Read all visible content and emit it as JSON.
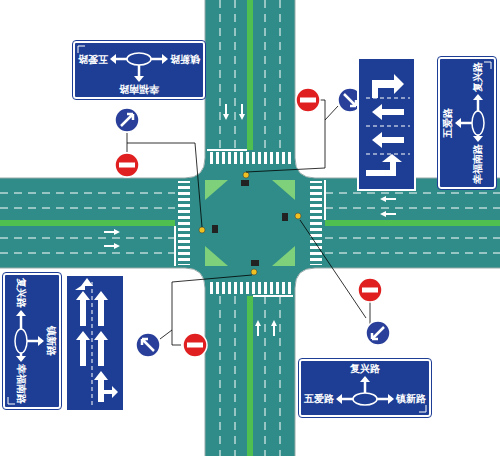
{
  "diagram": {
    "nodes": [
      {
        "text": [
          "幸福南路",
          "镇新路",
          "五爱路"
        ]
      },
      {
        "text": [
          "五爱路",
          "幸福南路",
          "复兴路"
        ]
      },
      {
        "text": [
          "镇新路",
          "复兴路",
          "幸福南路"
        ]
      },
      {
        "text": [
          "复兴路",
          "五爱路",
          "镇新路"
        ]
      }
    ]
  }
}
